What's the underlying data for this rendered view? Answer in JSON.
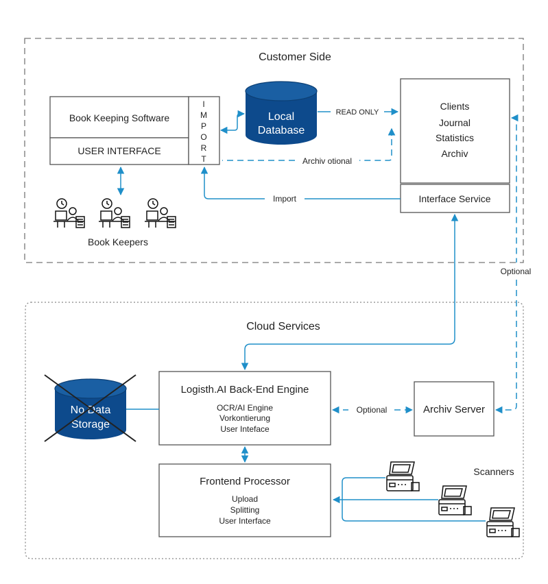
{
  "groups": {
    "customer_side": "Customer Side",
    "cloud_services": "Cloud Services"
  },
  "customer": {
    "book_keeping_software": "Book Keeping Software",
    "user_interface": "USER INTERFACE",
    "import_letters": [
      "I",
      "M",
      "P",
      "O",
      "R",
      "T"
    ],
    "local_database": [
      "Local",
      "Database"
    ],
    "clients_box": [
      "Clients",
      "Journal",
      "Statistics",
      "Archiv"
    ],
    "interface_service": "Interface Service",
    "book_keepers": "Book Keepers"
  },
  "edge_labels": {
    "read_only": "READ ONLY",
    "archiv_optional": "Archiv otional",
    "import": "Import",
    "optional_right": "Optional",
    "optional_middle": "Optional"
  },
  "cloud": {
    "backend_title": "Logisth.AI Back-End Engine",
    "backend_lines": [
      "OCR/AI Engine",
      "Vorkontierung",
      "User Inteface"
    ],
    "frontend_title": "Frontend Processor",
    "frontend_lines": [
      "Upload",
      "Splitting",
      "User Interface"
    ],
    "archiv_server": "Archiv Server",
    "no_data_storage": [
      "No Data",
      "Storage"
    ],
    "scanners": "Scanners"
  },
  "colors": {
    "arrow": "#1f8fc9",
    "database_fill": "#0d4a8c",
    "box_border": "#555555",
    "group_border": "#777777"
  },
  "icons": [
    "clock-person-desk-icon",
    "scanner-icon",
    "database-icon",
    "cross-out-icon"
  ]
}
